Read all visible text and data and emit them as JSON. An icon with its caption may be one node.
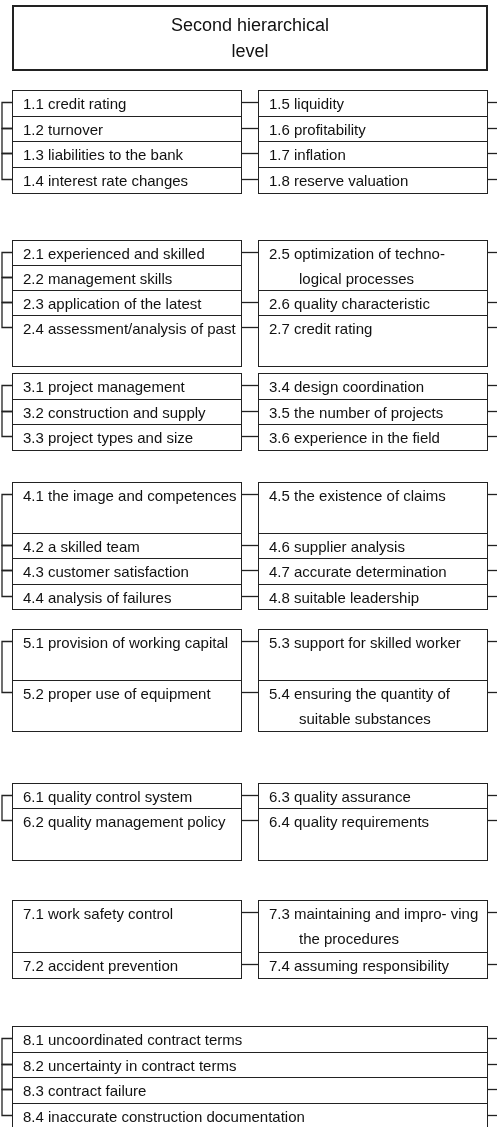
{
  "diagram": {
    "nodes": [
      {
        "text": [
          "Second hierarchical level"
        ]
      },
      {
        "text": [
          "1.1 credit rating"
        ]
      },
      {
        "text": [
          "1.2 turnover"
        ]
      },
      {
        "text": [
          "1.3 liabilities to the bank"
        ]
      },
      {
        "text": [
          "1.4 interest rate changes"
        ]
      },
      {
        "text": [
          "1.5 liquidity"
        ]
      },
      {
        "text": [
          "1.6 profitability"
        ]
      },
      {
        "text": [
          "1.7 inflation"
        ]
      },
      {
        "text": [
          "1.8 reserve valuation"
        ]
      },
      {
        "text": [
          "2.1 experienced and skilled"
        ]
      },
      {
        "text": [
          "2.2 management skills"
        ]
      },
      {
        "text": [
          "2.3 application of the latest"
        ]
      },
      {
        "text": [
          "2.4 assessment/analysis of past"
        ]
      },
      {
        "text": [
          "2.5 optimization of techno- logical processes"
        ]
      },
      {
        "text": [
          "2.6 quality characteristic"
        ]
      },
      {
        "text": [
          "2.7 credit rating"
        ]
      },
      {
        "text": [
          "3.1 project management"
        ]
      },
      {
        "text": [
          "3.2 construction and supply"
        ]
      },
      {
        "text": [
          "3.3 project types and size"
        ]
      },
      {
        "text": [
          "3.4 design coordination"
        ]
      },
      {
        "text": [
          "3.5 the number of projects"
        ]
      },
      {
        "text": [
          "3.6 experience in the field"
        ]
      },
      {
        "text": [
          "4.1 the image and competences"
        ]
      },
      {
        "text": [
          "4.2 a skilled team"
        ]
      },
      {
        "text": [
          "4.3 customer satisfaction"
        ]
      },
      {
        "text": [
          "4.4 analysis of failures"
        ]
      },
      {
        "text": [
          "4.5 the existence of claims"
        ]
      },
      {
        "text": [
          "4.6 supplier analysis"
        ]
      },
      {
        "text": [
          "4.7 accurate determination"
        ]
      },
      {
        "text": [
          "4.8 suitable leadership"
        ]
      },
      {
        "text": [
          "5.1 provision of working capital"
        ]
      },
      {
        "text": [
          "5.2 proper use of equipment"
        ]
      },
      {
        "text": [
          "5.3 support for skilled worker"
        ]
      },
      {
        "text": [
          "5.4 ensuring the quantity of suitable substances"
        ]
      },
      {
        "text": [
          "6.1 quality control system"
        ]
      },
      {
        "text": [
          "6.2 quality management policy"
        ]
      },
      {
        "text": [
          "6.3 quality assurance"
        ]
      },
      {
        "text": [
          "6.4 quality requirements"
        ]
      },
      {
        "text": [
          "7.1 work safety control"
        ]
      },
      {
        "text": [
          "7.2 accident prevention"
        ]
      },
      {
        "text": [
          "7.3 maintaining and impro- ving the procedures"
        ]
      },
      {
        "text": [
          "7.4 assuming responsibility"
        ]
      },
      {
        "text": [
          "8.1 uncoordinated contract terms"
        ]
      },
      {
        "text": [
          "8.2 uncertainty in contract terms"
        ]
      },
      {
        "text": [
          "8.3 contract failure"
        ]
      },
      {
        "text": [
          "8.4 inaccurate construction documentation"
        ]
      }
    ],
    "edges": [
      {
        "from": 1,
        "to": 5,
        "arrow": "none"
      },
      {
        "from": 2,
        "to": 6,
        "arrow": "none"
      },
      {
        "from": 3,
        "to": 7,
        "arrow": "none"
      },
      {
        "from": 4,
        "to": 8,
        "arrow": "none"
      },
      {
        "from": 9,
        "to": 13,
        "arrow": "none"
      },
      {
        "from": 11,
        "to": 14,
        "arrow": "none"
      },
      {
        "from": 12,
        "to": 15,
        "arrow": "none"
      },
      {
        "from": 16,
        "to": 19,
        "arrow": "none"
      },
      {
        "from": 17,
        "to": 20,
        "arrow": "none"
      },
      {
        "from": 18,
        "to": 21,
        "arrow": "none"
      },
      {
        "from": 22,
        "to": 26,
        "arrow": "none"
      },
      {
        "from": 23,
        "to": 27,
        "arrow": "none"
      },
      {
        "from": 24,
        "to": 28,
        "arrow": "none"
      },
      {
        "from": 25,
        "to": 29,
        "arrow": "none"
      },
      {
        "from": 30,
        "to": 32,
        "arrow": "none"
      },
      {
        "from": 31,
        "to": 33,
        "arrow": "none"
      },
      {
        "from": 34,
        "to": 36,
        "arrow": "none"
      },
      {
        "from": 35,
        "to": 37,
        "arrow": "none"
      },
      {
        "from": 38,
        "to": 40,
        "arrow": "none"
      },
      {
        "from": 39,
        "to": 41,
        "arrow": "none"
      },
      {
        "from": 5,
        "to": null,
        "arrow": "none"
      },
      {
        "from": 6,
        "to": null,
        "arrow": "none"
      },
      {
        "from": 7,
        "to": null,
        "arrow": "none"
      },
      {
        "from": 8,
        "to": null,
        "arrow": "none"
      },
      {
        "from": 13,
        "to": null,
        "arrow": "none"
      },
      {
        "from": 14,
        "to": null,
        "arrow": "none"
      },
      {
        "from": 15,
        "to": null,
        "arrow": "none"
      },
      {
        "from": 19,
        "to": null,
        "arrow": "none"
      },
      {
        "from": 20,
        "to": null,
        "arrow": "none"
      },
      {
        "from": 21,
        "to": null,
        "arrow": "none"
      },
      {
        "from": 26,
        "to": null,
        "arrow": "none"
      },
      {
        "from": 27,
        "to": null,
        "arrow": "none"
      },
      {
        "from": 28,
        "to": null,
        "arrow": "none"
      },
      {
        "from": 29,
        "to": null,
        "arrow": "none"
      },
      {
        "from": 32,
        "to": null,
        "arrow": "none"
      },
      {
        "from": 33,
        "to": null,
        "arrow": "none"
      },
      {
        "from": 36,
        "to": null,
        "arrow": "none"
      },
      {
        "from": 37,
        "to": null,
        "arrow": "none"
      },
      {
        "from": 40,
        "to": null,
        "arrow": "none"
      },
      {
        "from": 41,
        "to": null,
        "arrow": "none"
      },
      {
        "from": 42,
        "to": null,
        "arrow": "none"
      },
      {
        "from": 43,
        "to": null,
        "arrow": "none"
      },
      {
        "from": 44,
        "to": null,
        "arrow": "none"
      },
      {
        "from": 45,
        "to": null,
        "arrow": "none"
      },
      {
        "from": 1,
        "to": 2,
        "arrow": "none"
      },
      {
        "from": 2,
        "to": 3,
        "arrow": "none"
      },
      {
        "from": 3,
        "to": 4,
        "arrow": "none"
      },
      {
        "from": 9,
        "to": 10,
        "arrow": "none"
      },
      {
        "from": 10,
        "to": 11,
        "arrow": "none"
      },
      {
        "from": 11,
        "to": 12,
        "arrow": "none"
      },
      {
        "from": 16,
        "to": 17,
        "arrow": "none"
      },
      {
        "from": 17,
        "to": 18,
        "arrow": "none"
      },
      {
        "from": 22,
        "to": 23,
        "arrow": "none"
      },
      {
        "from": 23,
        "to": 24,
        "arrow": "none"
      },
      {
        "from": 24,
        "to": 25,
        "arrow": "none"
      },
      {
        "from": 30,
        "to": 31,
        "arrow": "none"
      },
      {
        "from": 34,
        "to": 35,
        "arrow": "none"
      },
      {
        "from": 42,
        "to": 43,
        "arrow": "none"
      },
      {
        "from": 43,
        "to": 44,
        "arrow": "none"
      },
      {
        "from": 44,
        "to": 45,
        "arrow": "none"
      }
    ]
  }
}
